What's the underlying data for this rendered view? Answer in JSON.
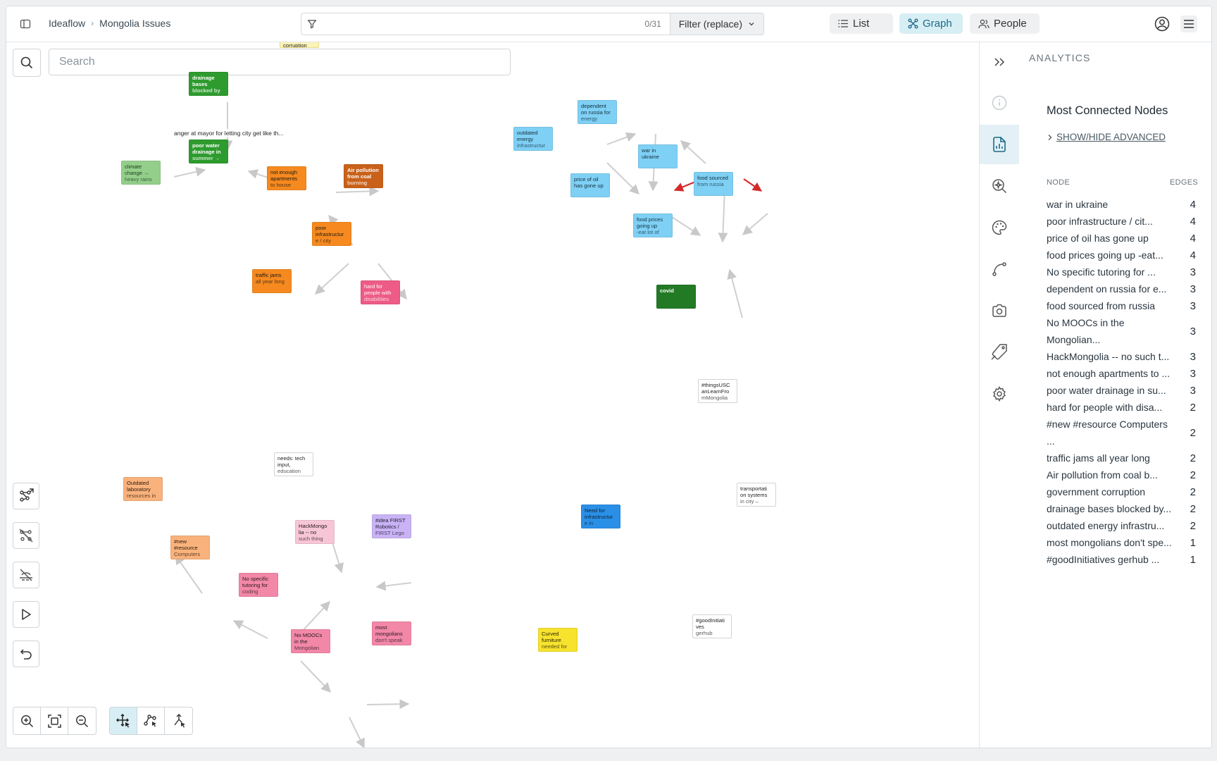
{
  "breadcrumb": {
    "root": "Ideaflow",
    "current": "Mongolia Issues"
  },
  "filter": {
    "count": "0/31",
    "mode": "Filter (replace)"
  },
  "views": {
    "list": "List",
    "graph": "Graph",
    "people": "People"
  },
  "canvas": {
    "search_placeholder": "Search",
    "clipped_node": "corruption"
  },
  "edge_labels": {
    "anger": "anger at mayor for letting city get like th..."
  },
  "nodes": [
    {
      "id": "drainage",
      "title": "drainage bases",
      "sub": "blocked by",
      "color": "#2e9b2e",
      "text": "#ffffff"
    },
    {
      "id": "poorwater",
      "title": "poor water drainage in",
      "sub": "summer →",
      "color": "#2e9b2e",
      "text": "#ffffff"
    },
    {
      "id": "climate",
      "title": "climate change →",
      "sub": "heavy rains",
      "color": "#93cf8b",
      "text": "#1d3d1d"
    },
    {
      "id": "apartments",
      "title": "not enough apartments",
      "sub": "to house",
      "color": "#f6891f",
      "text": "#1f1a12"
    },
    {
      "id": "airpol",
      "title": "Air pollution from coal",
      "sub": "burning",
      "color": "#c9611a",
      "text": "#ffffff"
    },
    {
      "id": "infra",
      "title": "poor infrastructur",
      "sub": "e / city",
      "color": "#f6891f",
      "text": "#1f1a12"
    },
    {
      "id": "traffic",
      "title": "traffic jams",
      "sub": "all year long",
      "color": "#f6891f",
      "text": "#1f1a12"
    },
    {
      "id": "disab",
      "title": "hard for people with",
      "sub": "disabilities",
      "color": "#ee5b87",
      "text": "#ffffff"
    },
    {
      "id": "outdated",
      "title": "outdated energy",
      "sub": "infrastructur",
      "color": "#7fd0f5",
      "text": "#14303d"
    },
    {
      "id": "dependent",
      "title": "dependent on russia for",
      "sub": "energy",
      "color": "#7fd0f5",
      "text": "#14303d"
    },
    {
      "id": "war",
      "title": "war in ukraine",
      "sub": "",
      "color": "#7fd0f5",
      "text": "#14303d"
    },
    {
      "id": "oil",
      "title": "price of oil has gone up",
      "sub": "",
      "color": "#7fd0f5",
      "text": "#14303d"
    },
    {
      "id": "foodsrc",
      "title": "food sourced",
      "sub": "from russia",
      "color": "#7fd0f5",
      "text": "#14303d"
    },
    {
      "id": "foodprices",
      "title": "food prices going up",
      "sub": "-eat lot of",
      "color": "#7fd0f5",
      "text": "#14303d"
    },
    {
      "id": "covid",
      "title": "covid",
      "sub": "",
      "color": "#227a24",
      "text": "#ffffff"
    },
    {
      "id": "thingsusc",
      "title": "#thingsUSC anLearnFro",
      "sub": "mMongolia",
      "color": "#ffffff",
      "text": "#222222"
    },
    {
      "id": "transport",
      "title": "transportati on systems",
      "sub": "in city –",
      "color": "#ffffff",
      "text": "#222222"
    },
    {
      "id": "needinfra",
      "title": "Need for infrastructur",
      "sub": "e in",
      "color": "#2a8fe6",
      "text": "#0d2233"
    },
    {
      "id": "goodinit",
      "title": "#goodInitiati ves",
      "sub": "gerhub",
      "color": "#ffffff",
      "text": "#222222"
    },
    {
      "id": "furniture",
      "title": "Curved furniture",
      "sub": "needed for",
      "color": "#f7e22e",
      "text": "#2a2500"
    },
    {
      "id": "techinput",
      "title": "needs: tech input,",
      "sub": "education",
      "color": "#ffffff",
      "text": "#222222"
    },
    {
      "id": "lab",
      "title": "Outdated laboratory",
      "sub": "resources in",
      "color": "#f9b27c",
      "text": "#2a1a0c"
    },
    {
      "id": "hackmon",
      "title": "HackMongo lia -- no",
      "sub": "such thing",
      "color": "#f7c6d6",
      "text": "#2a1a20"
    },
    {
      "id": "first",
      "title": "#idea FIRST Robotics /",
      "sub": "FIRST Lego",
      "color": "#c9b3f5",
      "text": "#221a33"
    },
    {
      "id": "newres",
      "title": "#new #resource",
      "sub": "Computers",
      "color": "#f9b27c",
      "text": "#2a1a0c"
    },
    {
      "id": "tutoring",
      "title": "No specific tutoring for",
      "sub": "coding",
      "color": "#f287a8",
      "text": "#2a1a20"
    },
    {
      "id": "moocs",
      "title": "No MOOCs in the",
      "sub": "Mongolian",
      "color": "#f287a8",
      "text": "#2a1a20"
    },
    {
      "id": "mostmon",
      "title": "most mongolians",
      "sub": "don't speak",
      "color": "#f287a8",
      "text": "#2a1a20"
    }
  ],
  "analytics": {
    "title": "ANALYTICS",
    "heading": "Most Connected Nodes",
    "advanced": "SHOW/HIDE ADVANCED",
    "col_node": "NODE",
    "col_edges": "EDGES",
    "rows": [
      {
        "node": "war in ukraine",
        "edges": "4"
      },
      {
        "node": "poor infrastructure / cit...",
        "edges": "4"
      },
      {
        "node": "price of oil has gone up",
        "edges": "4"
      },
      {
        "node": "food prices going up -eat...",
        "edges": "4"
      },
      {
        "node": "No specific tutoring for ...",
        "edges": "3"
      },
      {
        "node": "dependent on russia for e...",
        "edges": "3"
      },
      {
        "node": "food sourced from russia",
        "edges": "3"
      },
      {
        "node": "No MOOCs in the Mongolian...",
        "edges": "3"
      },
      {
        "node": "HackMongolia -- no such t...",
        "edges": "3"
      },
      {
        "node": "not enough apartments to ...",
        "edges": "3"
      },
      {
        "node": "poor water drainage in su...",
        "edges": "3"
      },
      {
        "node": "hard for people with disa...",
        "edges": "2"
      },
      {
        "node": "#new #resource Computers ...",
        "edges": "2"
      },
      {
        "node": "traffic jams all year long",
        "edges": "2"
      },
      {
        "node": "Air pollution from coal b...",
        "edges": "2"
      },
      {
        "node": "government corruption",
        "edges": "2"
      },
      {
        "node": "drainage bases blocked by...",
        "edges": "2"
      },
      {
        "node": "outdated energy infrastru...",
        "edges": "2"
      },
      {
        "node": "most mongolians don't spe...",
        "edges": "1"
      },
      {
        "node": "#goodInitiatives gerhub ...",
        "edges": "1"
      }
    ]
  }
}
